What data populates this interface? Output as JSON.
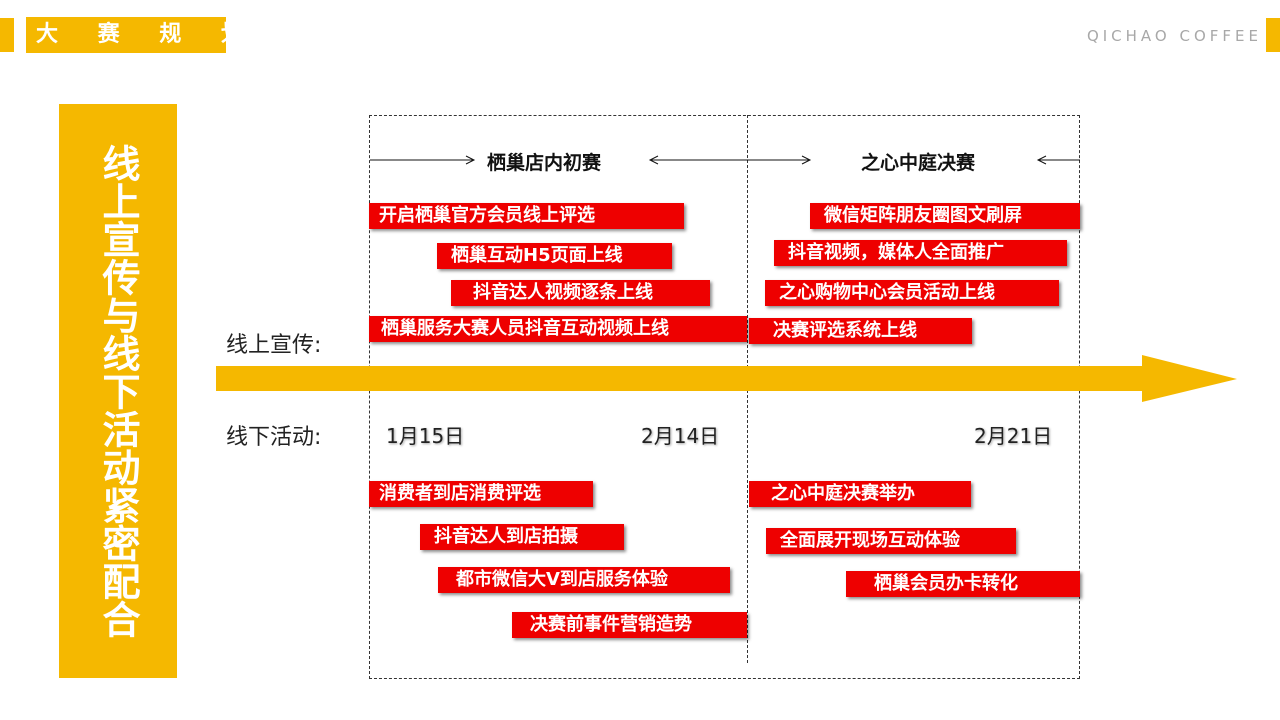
{
  "header": {
    "title": "大 赛 规 划",
    "brand": "QICHAO COFFEE"
  },
  "banner": {
    "text": "线上宣传与线下活动紧密配合"
  },
  "stages": {
    "first": "栖巢店内初赛",
    "final": "之心中庭决赛"
  },
  "labels": {
    "online": "线上宣传:",
    "offline": "线下活动:"
  },
  "dates": [
    "1月15日",
    "2月14日",
    "2月21日"
  ],
  "online_items": {
    "first": [
      "开启栖巢官方会员线上评选",
      "栖巢互动H5页面上线",
      "抖音达人视频逐条上线",
      "栖巢服务大赛人员抖音互动视频上线"
    ],
    "final": [
      "微信矩阵朋友圈图文刷屏",
      "抖音视频，媒体人全面推广",
      "之心购物中心会员活动上线",
      "决赛评选系统上线"
    ]
  },
  "offline_items": {
    "first": [
      "消费者到店消费评选",
      "抖音达人到店拍摄",
      "都市微信大V到店服务体验",
      "决赛前事件营销造势"
    ],
    "final": [
      "之心中庭决赛举办",
      "全面展开现场互动体验",
      "栖巢会员办卡转化"
    ]
  },
  "colors": {
    "accent": "#f5b800",
    "tag": "#ee0000"
  }
}
